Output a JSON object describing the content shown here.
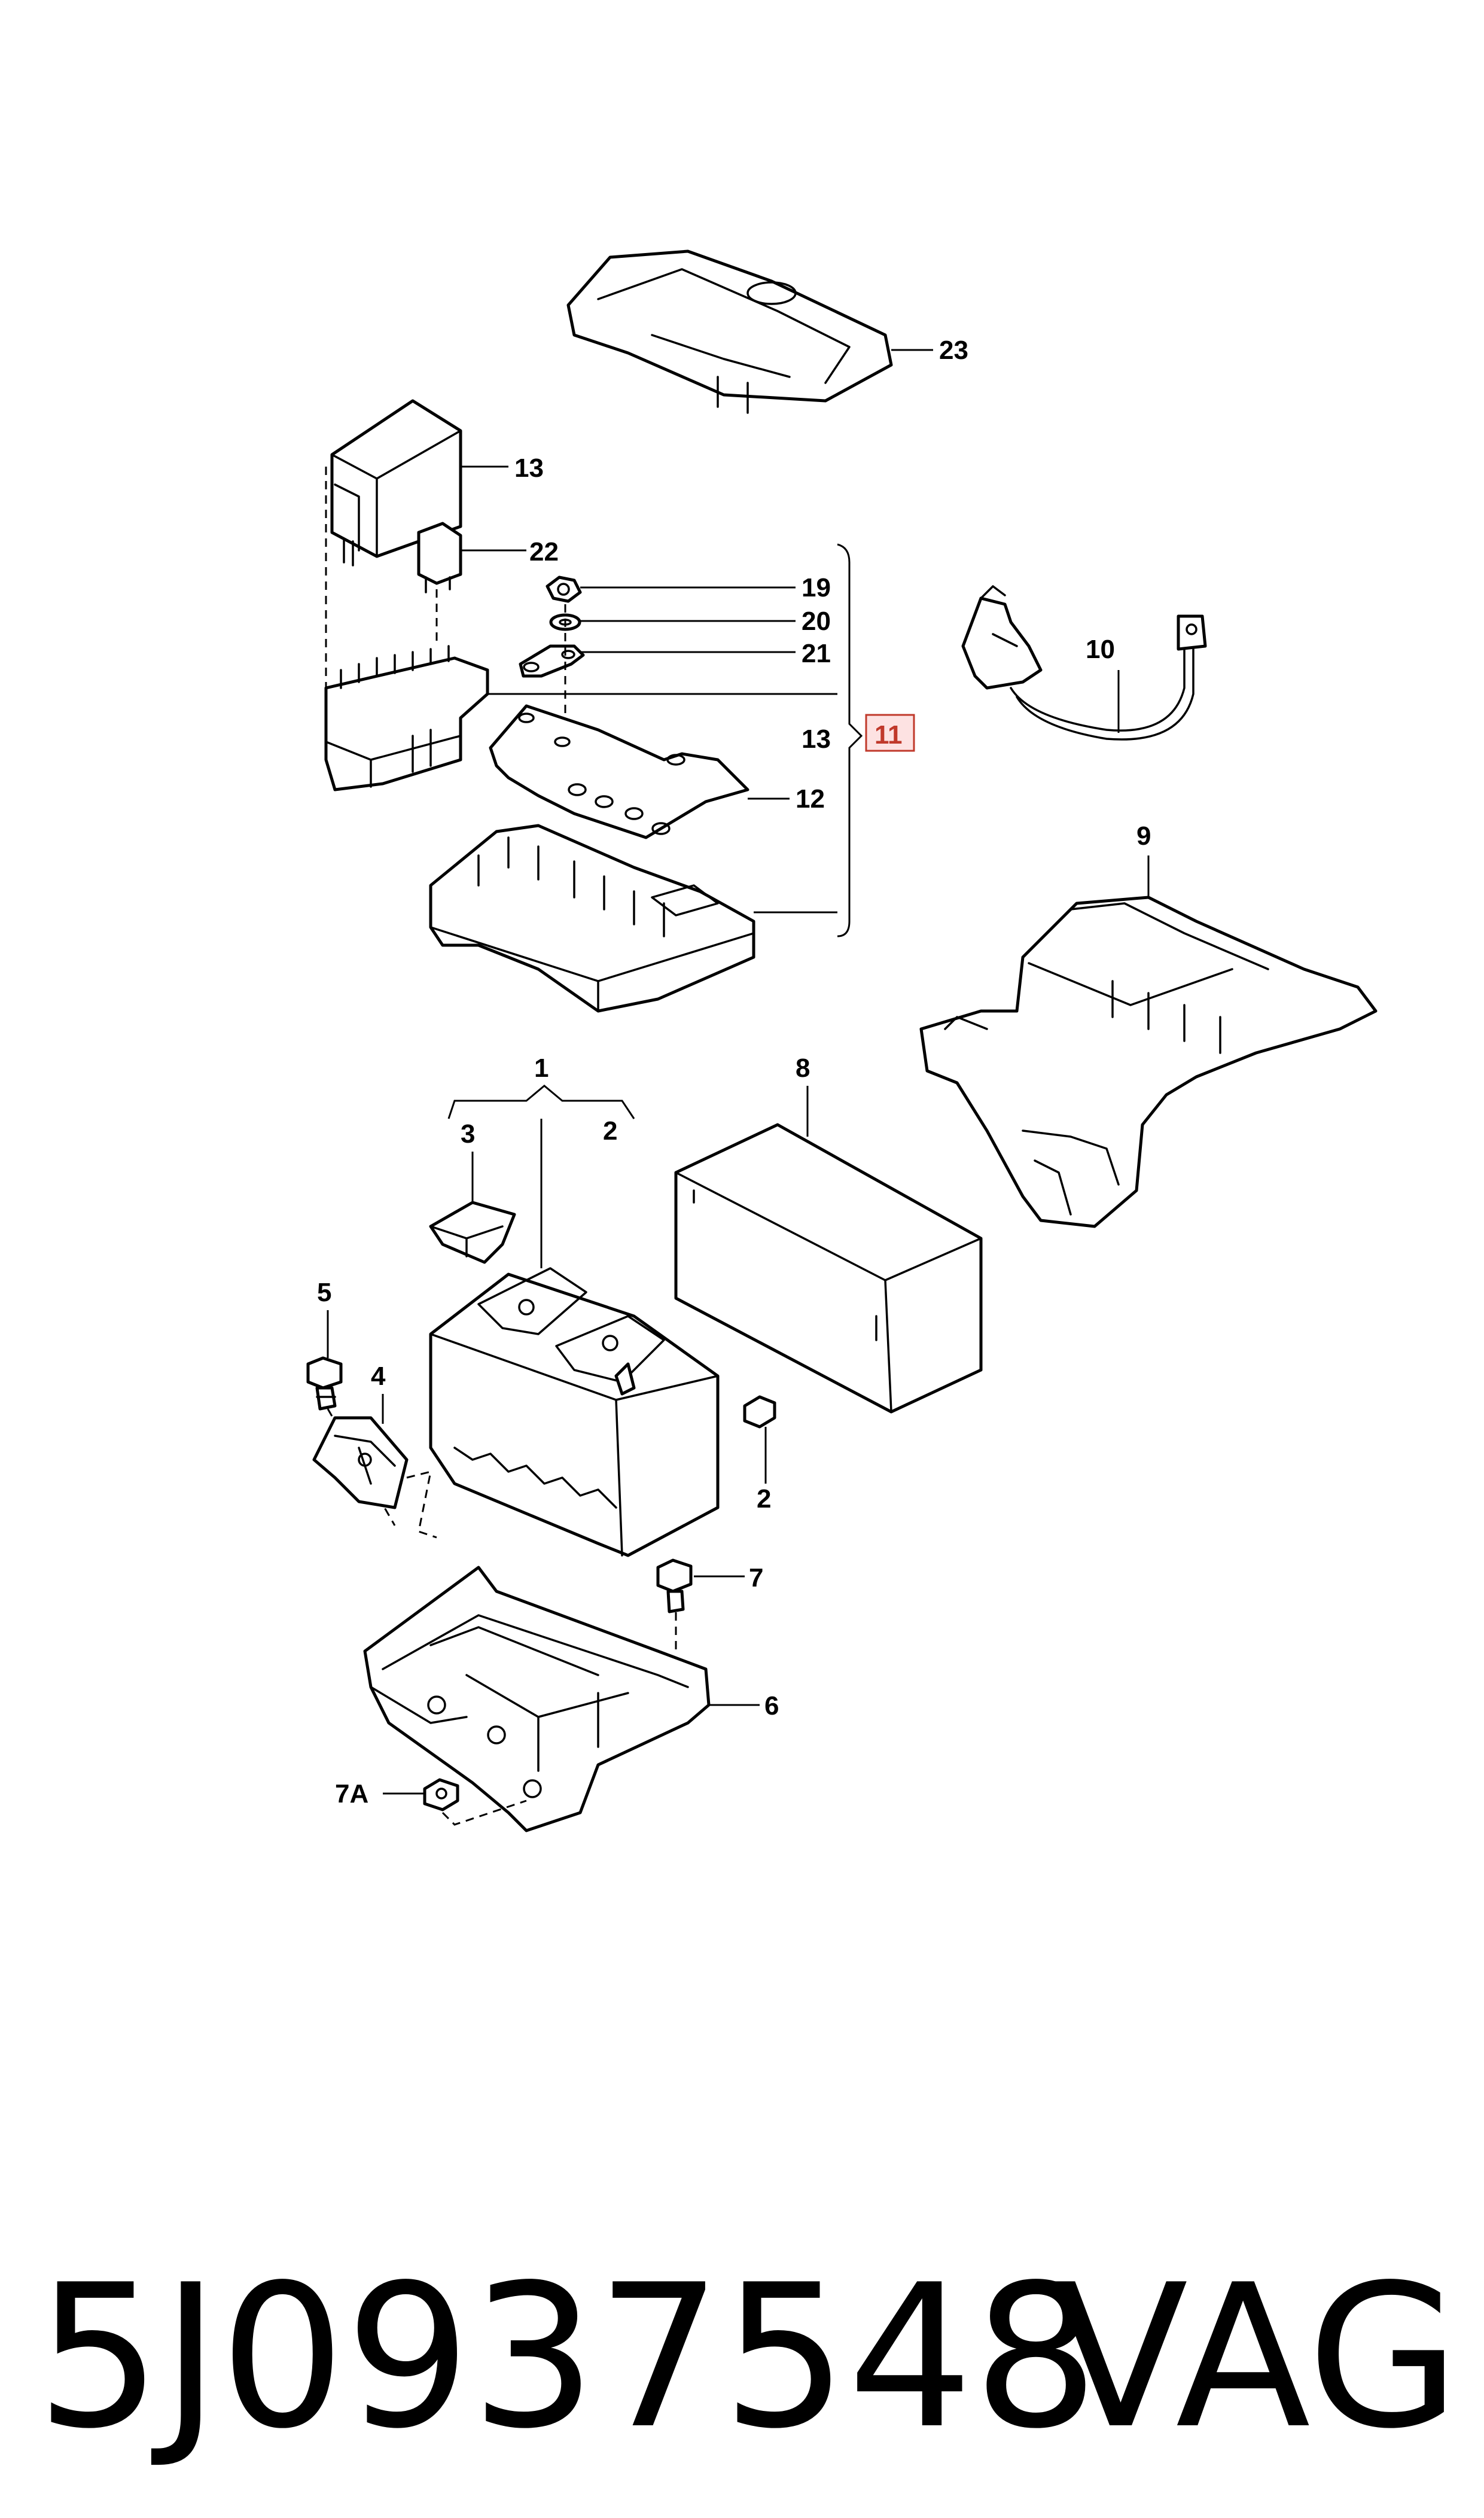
{
  "callouts": {
    "c1": "1",
    "c2a": "2",
    "c2b": "2",
    "c3": "3",
    "c4": "4",
    "c5": "5",
    "c6": "6",
    "c7": "7",
    "c7a": "7A",
    "c8": "8",
    "c9": "9",
    "c10": "10",
    "c11": "11",
    "c12": "12",
    "c13a": "13",
    "c13b": "13",
    "c19": "19",
    "c20": "20",
    "c21": "21",
    "c22": "22",
    "c23": "23"
  },
  "highlight_color": "#c0392b",
  "highlight_fill": "#fde2e2",
  "footer": {
    "part_number": "5J0937548",
    "brand": "VAG"
  }
}
